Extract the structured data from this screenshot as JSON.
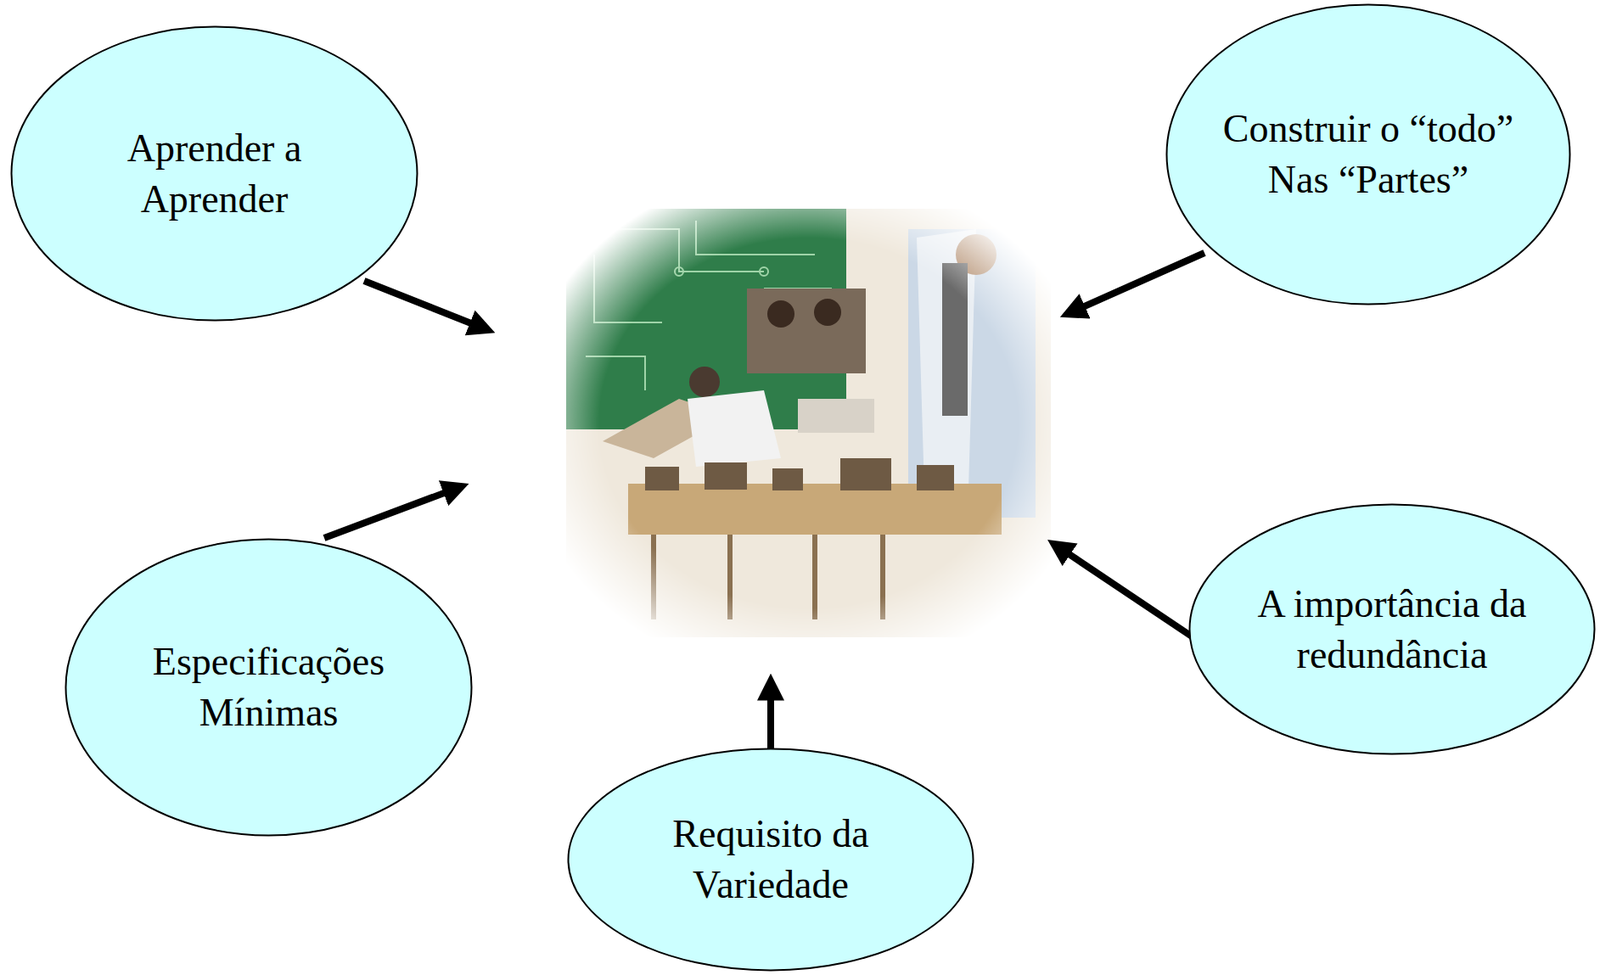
{
  "diagram": {
    "nodes": [
      {
        "text": [
          "Aprender a Aprender"
        ]
      },
      {
        "text": [
          "Construir o “todo” Nas “Partes”"
        ]
      },
      {
        "text": [
          "A importância da redundância"
        ]
      },
      {
        "text": [
          "Especificações Mínimas"
        ]
      },
      {
        "text": [
          "Requisito da Variedade"
        ]
      }
    ]
  }
}
